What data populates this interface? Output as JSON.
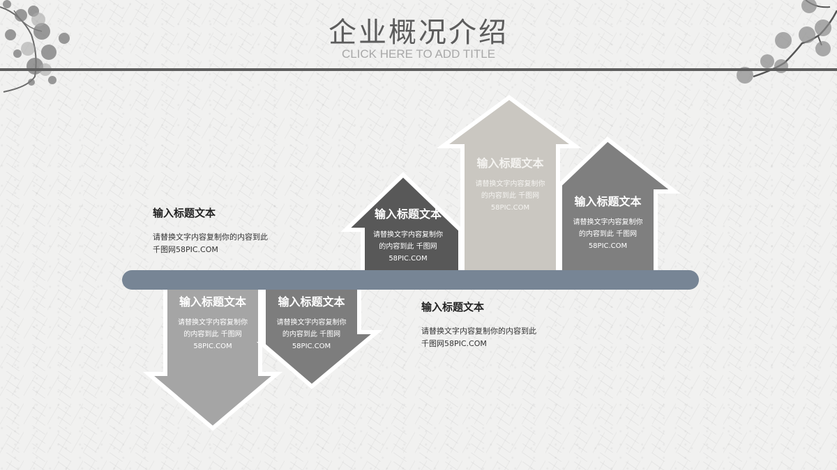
{
  "header": {
    "title": "企业概况介绍",
    "subtitle": "CLICK HERE TO ADD TITLE"
  },
  "colors": {
    "background": "#f1f1f0",
    "bar": "#778595",
    "arrow_dark": "#585858",
    "arrow_light": "#cac7c1",
    "arrow_mid": "#7f7f7f",
    "arrow_down_light": "#a5a5a5",
    "arrow_down_mid": "#7d7d7d",
    "rule": "#5e5e5e"
  },
  "decorations": {
    "top_left": "plum-blossom-ink-icon",
    "top_right": "pine-branch-ink-icon"
  },
  "arrows": [
    {
      "direction": "down",
      "title": "输入标题文本",
      "body_line1": "请替换文字内容复制你",
      "body_line2": "的内容到此 千图网",
      "body_line3": "58PIC.COM"
    },
    {
      "direction": "down",
      "title": "输入标题文本",
      "body_line1": "请替换文字内容复制你",
      "body_line2": "的内容到此 千图网",
      "body_line3": "58PIC.COM"
    },
    {
      "direction": "up",
      "title": "输入标题文本",
      "body_line1": "请替换文字内容复制你",
      "body_line2": "的内容到此 千图网",
      "body_line3": "58PIC.COM"
    },
    {
      "direction": "up",
      "title": "输入标题文本",
      "body_line1": "请替换文字内容复制你",
      "body_line2": "的内容到此 千图网",
      "body_line3": "58PIC.COM"
    },
    {
      "direction": "up",
      "title": "输入标题文本",
      "body_line1": "请替换文字内容复制你",
      "body_line2": "的内容到此 千图网",
      "body_line3": "58PIC.COM"
    }
  ],
  "descriptions": [
    {
      "title": "输入标题文本",
      "line1": "请替换文字内容复制你的内容到此",
      "line2": "千图网58PIC.COM"
    },
    {
      "title": "输入标题文本",
      "line1": "请替换文字内容复制你的内容到此",
      "line2": "千图网58PIC.COM"
    }
  ]
}
